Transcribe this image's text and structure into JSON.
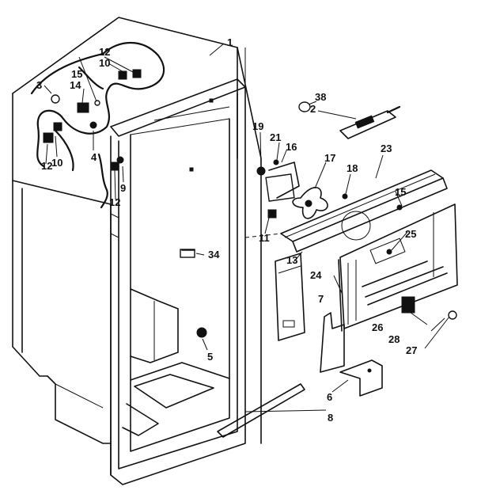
{
  "callouts": {
    "c1": "1",
    "c2": "2",
    "c3": "3",
    "c4": "4",
    "c5": "5",
    "c6": "6",
    "c7": "7",
    "c8": "8",
    "c9": "9",
    "c10a": "10",
    "c10b": "10",
    "c11": "11",
    "c12a": "12",
    "c12b": "12",
    "c12c": "12",
    "c13": "13",
    "c14": "14",
    "c15a": "15",
    "c15b": "15",
    "c16": "16",
    "c17": "17",
    "c18": "18",
    "c19": "19",
    "c21": "21",
    "c23": "23",
    "c24": "24",
    "c25": "25",
    "c26": "26",
    "c27": "27",
    "c28": "28",
    "c34": "34",
    "c38": "38"
  }
}
